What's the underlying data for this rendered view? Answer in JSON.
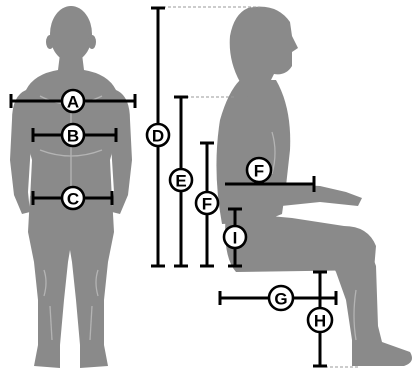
{
  "colors": {
    "figure": "#8a8a8a",
    "seams": "#b4b4b4",
    "dimension_lines": "#000000",
    "badge_fill": "#ffffff"
  },
  "front_view": {
    "name": "standing-front-silhouette",
    "labels": {
      "chest_width": "A",
      "waist_width": "B",
      "hip_width": "C"
    }
  },
  "side_view": {
    "name": "seated-side-silhouette",
    "labels": {
      "total_seated_height": "D",
      "shoulder_height": "E",
      "elbow_height": "F",
      "forearm_length": "F",
      "thigh_clearance": "I",
      "buttock_knee_depth": "G",
      "lower_leg_height": "H"
    }
  }
}
